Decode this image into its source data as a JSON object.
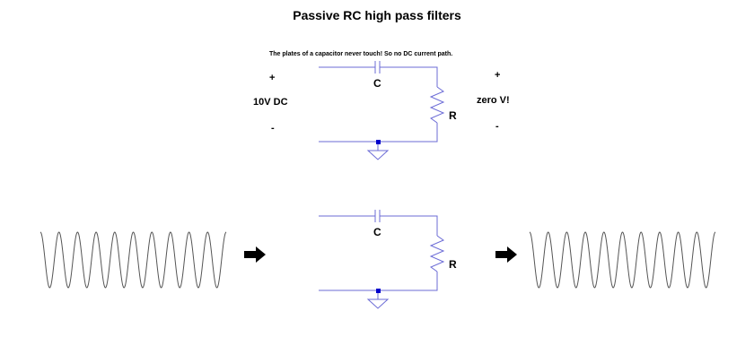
{
  "title": "Passive RC high pass filters",
  "note": "The plates of a capacitor never touch! So no DC current path.",
  "top_circuit": {
    "input_plus": "+",
    "input_label": "10V DC",
    "input_minus": "-",
    "capacitor_label": "C",
    "resistor_label": "R",
    "output_plus": "+",
    "output_label": "zero V!",
    "output_minus": "-"
  },
  "bottom_circuit": {
    "capacitor_label": "C",
    "resistor_label": "R"
  },
  "colors": {
    "wire": "#6b6bd6",
    "node": "#0000cc",
    "wave": "#555555",
    "arrow": "#000000"
  }
}
